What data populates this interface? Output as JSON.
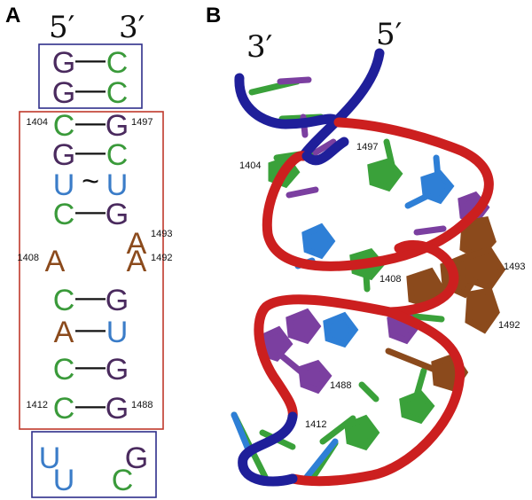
{
  "panels": {
    "a": "A",
    "b": "B"
  },
  "panel_a": {
    "end_labels": {
      "left": "5′",
      "right": "3′"
    },
    "top_box_pairs": [
      {
        "left": "G",
        "bond": "—",
        "right": "C"
      },
      {
        "left": "G",
        "bond": "—",
        "right": "C"
      }
    ],
    "site_rows": [
      {
        "left": "C",
        "bond": "—",
        "right": "G",
        "left_num": "1404",
        "right_num": "1497"
      },
      {
        "left": "G",
        "bond": "—",
        "right": "C",
        "left_num": "",
        "right_num": ""
      },
      {
        "left": "U",
        "bond": "~",
        "right": "U",
        "left_num": "",
        "right_num": ""
      },
      {
        "left": "C",
        "bond": "—",
        "right": "G",
        "left_num": "",
        "right_num": "1493"
      },
      {
        "left": "",
        "bond": "",
        "right": "A",
        "left_num": "",
        "right_num": ""
      },
      {
        "left": "A",
        "bond": "",
        "right": "A",
        "left_num": "1408",
        "right_num": "1492"
      },
      {
        "left": "C",
        "bond": "—",
        "right": "G",
        "left_num": "",
        "right_num": ""
      },
      {
        "left": "A",
        "bond": "—",
        "right": "U",
        "left_num": "",
        "right_num": ""
      },
      {
        "left": "C",
        "bond": "—",
        "right": "G",
        "left_num": "",
        "right_num": ""
      },
      {
        "left": "C",
        "bond": "—",
        "right": "G",
        "left_num": "1412",
        "right_num": "1488"
      }
    ],
    "loop_box": [
      "U",
      "G",
      "U",
      "C"
    ]
  },
  "panel_b": {
    "end_labels": {
      "left": "3′",
      "right": "5′"
    },
    "residue_labels": [
      "1497",
      "1404",
      "1493",
      "1408",
      "1492",
      "1488",
      "1412"
    ]
  },
  "colors": {
    "G": "#4a2a5e",
    "C": "#3a9a3a",
    "U": "#3a7cc8",
    "A": "#8b4a1c",
    "box_blue": "#2f2f8a",
    "box_red": "#c0392b",
    "backbone_red": "#cc1f1f",
    "backbone_blue": "#1f1f9a",
    "base_green": "#3aa13a",
    "base_purple": "#7b3fa0",
    "base_blue": "#2e7fd6",
    "base_brown": "#8b4a1c"
  }
}
